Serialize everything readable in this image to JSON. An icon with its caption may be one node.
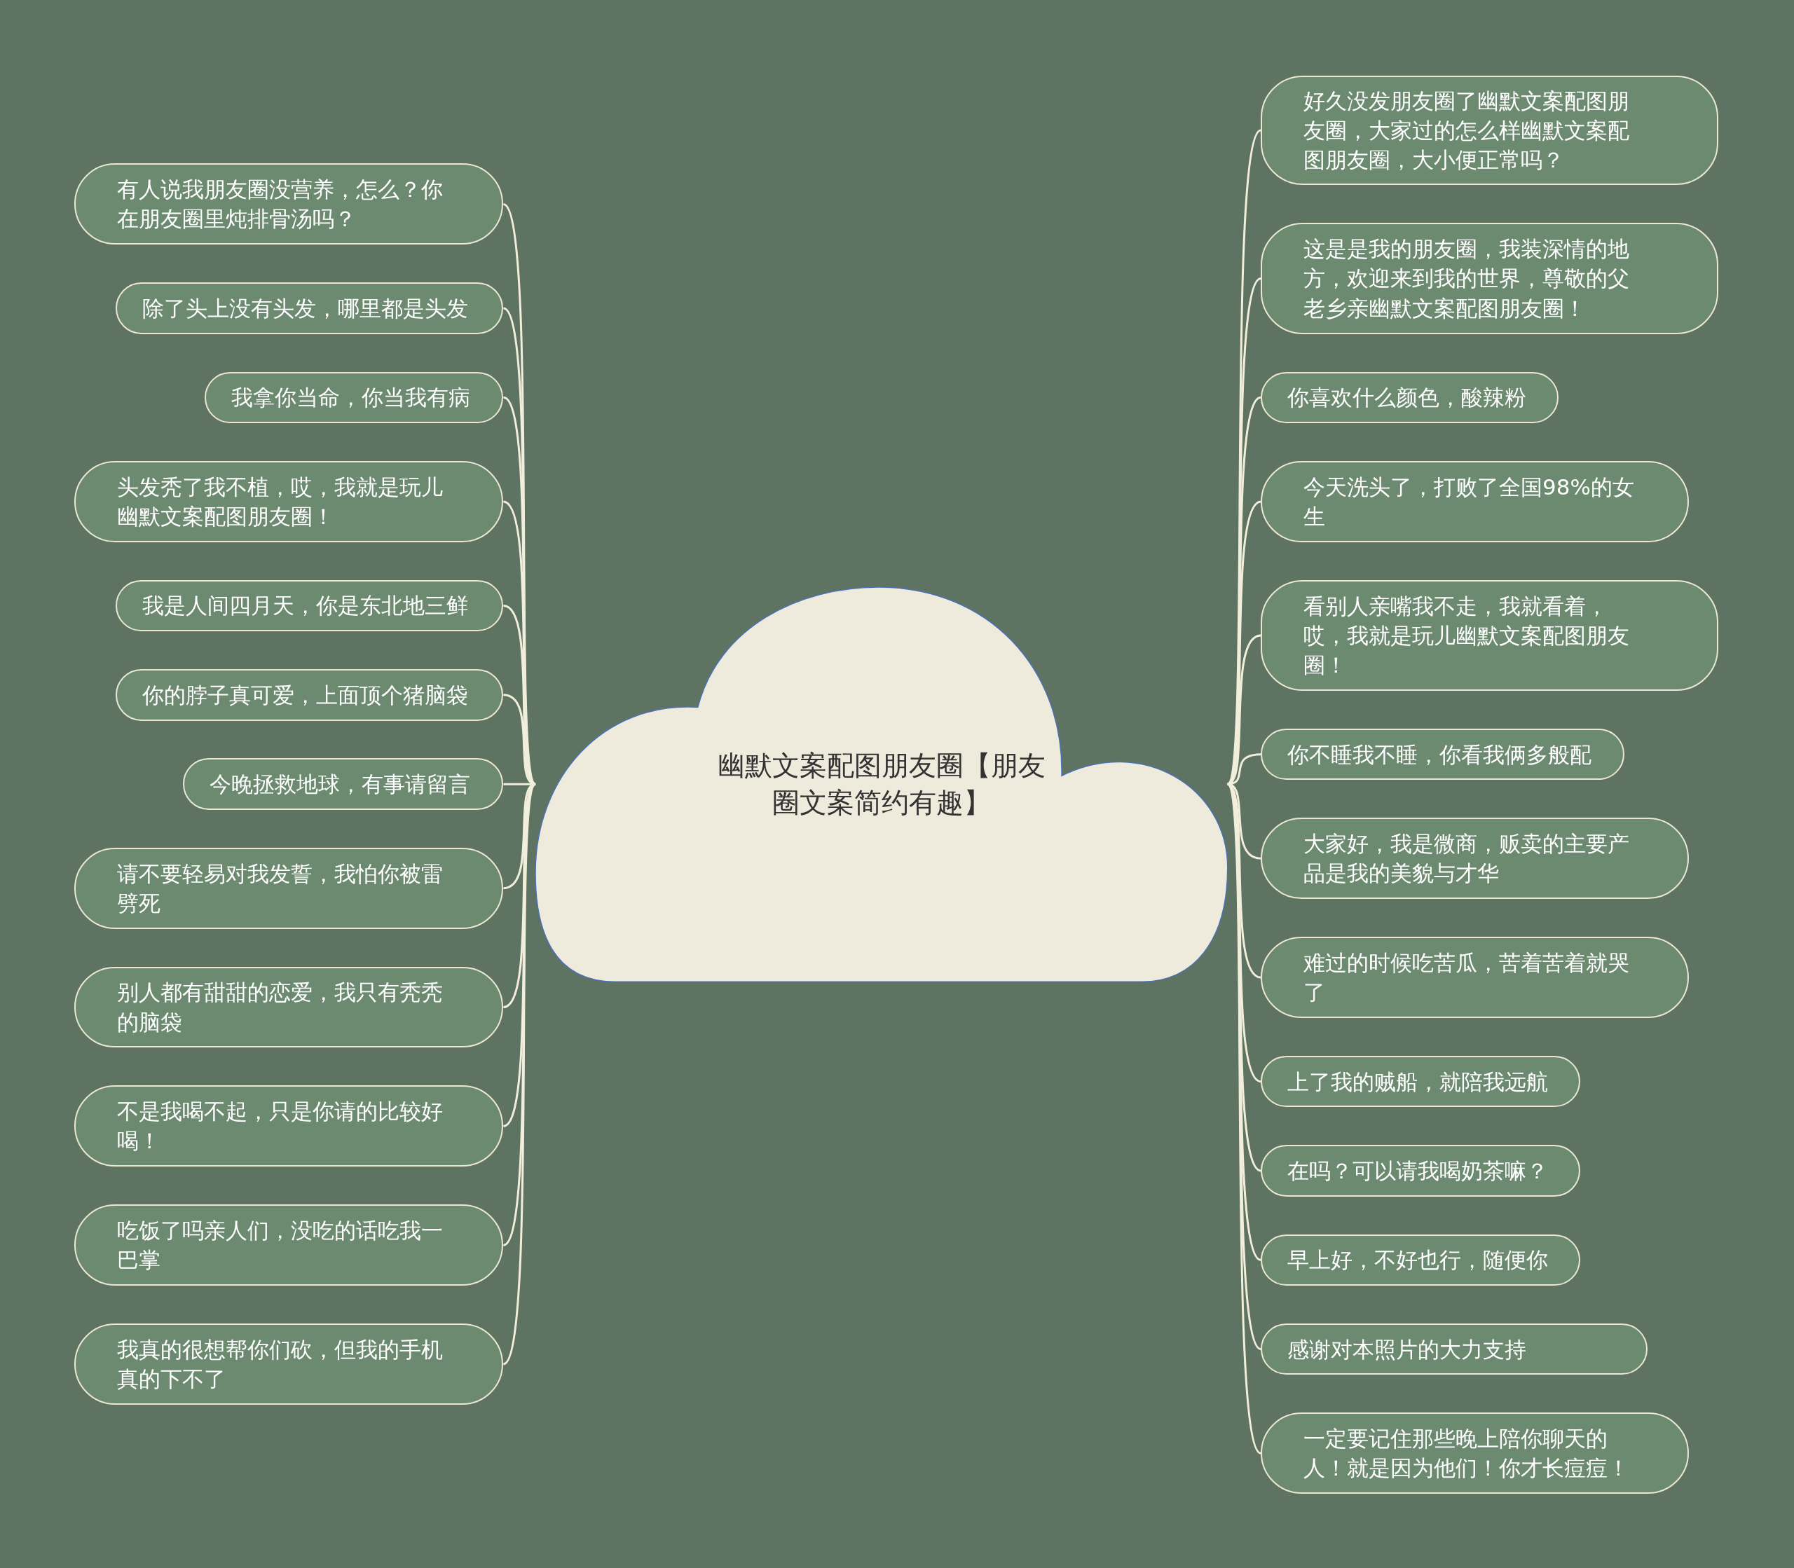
{
  "diagram": {
    "nodes": [
      {
        "text": [
          "幽默文案配图朋友圈【朋友圈文案简约有趣】"
        ]
      },
      {
        "text": [
          "有人说我朋友圈没营养，怎么？你在朋友圈里炖排骨汤吗？"
        ]
      },
      {
        "text": [
          "除了头上没有头发，哪里都是头发"
        ]
      },
      {
        "text": [
          "我拿你当命，你当我有病"
        ]
      },
      {
        "text": [
          "头发秃了我不植，哎，我就是玩儿幽默文案配图朋友圈！"
        ]
      },
      {
        "text": [
          "我是人间四月天，你是东北地三鲜"
        ]
      },
      {
        "text": [
          "你的脖子真可爱，上面顶个猪脑袋"
        ]
      },
      {
        "text": [
          "今晚拯救地球，有事请留言"
        ]
      },
      {
        "text": [
          "请不要轻易对我发誓，我怕你被雷劈死"
        ]
      },
      {
        "text": [
          "别人都有甜甜的恋爱，我只有秃秃的脑袋"
        ]
      },
      {
        "text": [
          "不是我喝不起，只是你请的比较好喝！"
        ]
      },
      {
        "text": [
          "吃饭了吗亲人们，没吃的话吃我一巴掌"
        ]
      },
      {
        "text": [
          "我真的很想帮你们砍，但我的手机真的下不了"
        ]
      },
      {
        "text": [
          "好久没发朋友圈了幽默文案配图朋友圈，大家过的怎么样幽默文案配图朋友圈，大小便正常吗？"
        ]
      },
      {
        "text": [
          "这是是我的朋友圈，我装深情的地方，欢迎来到我的世界，尊敬的父老乡亲幽默文案配图朋友圈！"
        ]
      },
      {
        "text": [
          "你喜欢什么颜色，酸辣粉"
        ]
      },
      {
        "text": [
          "今天洗头了，打败了全国98%的女生"
        ]
      },
      {
        "text": [
          "看别人亲嘴我不走，我就看着，哎，我就是玩儿幽默文案配图朋友圈！"
        ]
      },
      {
        "text": [
          "你不睡我不睡，你看我俩多般配"
        ]
      },
      {
        "text": [
          "大家好，我是微商，贩卖的主要产品是我的美貌与才华"
        ]
      },
      {
        "text": [
          "难过的时候吃苦瓜，苦着苦着就哭了"
        ]
      },
      {
        "text": [
          "上了我的贼船，就陪我远航"
        ]
      },
      {
        "text": [
          "在吗？可以请我喝奶茶嘛？"
        ]
      },
      {
        "text": [
          "早上好，不好也行，随便你"
        ]
      },
      {
        "text": [
          "感谢对本照片的大力支持"
        ]
      },
      {
        "text": [
          "一定要记住那些晚上陪你聊天的人！就是因为他们！你才长痘痘！"
        ]
      }
    ],
    "edges": [
      {
        "from": 0,
        "to": 1,
        "arrow": "none"
      },
      {
        "from": 0,
        "to": 2,
        "arrow": "none"
      },
      {
        "from": 0,
        "to": 3,
        "arrow": "none"
      },
      {
        "from": 0,
        "to": 4,
        "arrow": "none"
      },
      {
        "from": 0,
        "to": 5,
        "arrow": "none"
      },
      {
        "from": 0,
        "to": 6,
        "arrow": "none"
      },
      {
        "from": 0,
        "to": 7,
        "arrow": "none"
      },
      {
        "from": 0,
        "to": 8,
        "arrow": "none"
      },
      {
        "from": 0,
        "to": 9,
        "arrow": "none"
      },
      {
        "from": 0,
        "to": 10,
        "arrow": "none"
      },
      {
        "from": 0,
        "to": 11,
        "arrow": "none"
      },
      {
        "from": 0,
        "to": 12,
        "arrow": "none"
      },
      {
        "from": 0,
        "to": 13,
        "arrow": "none"
      },
      {
        "from": 0,
        "to": 14,
        "arrow": "none"
      },
      {
        "from": 0,
        "to": 15,
        "arrow": "none"
      },
      {
        "from": 0,
        "to": 16,
        "arrow": "none"
      },
      {
        "from": 0,
        "to": 17,
        "arrow": "none"
      },
      {
        "from": 0,
        "to": 18,
        "arrow": "none"
      },
      {
        "from": 0,
        "to": 19,
        "arrow": "none"
      },
      {
        "from": 0,
        "to": 20,
        "arrow": "none"
      },
      {
        "from": 0,
        "to": 21,
        "arrow": "none"
      },
      {
        "from": 0,
        "to": 22,
        "arrow": "none"
      },
      {
        "from": 0,
        "to": 23,
        "arrow": "none"
      },
      {
        "from": 0,
        "to": 24,
        "arrow": "none"
      },
      {
        "from": 0,
        "to": 25,
        "arrow": "none"
      }
    ]
  }
}
